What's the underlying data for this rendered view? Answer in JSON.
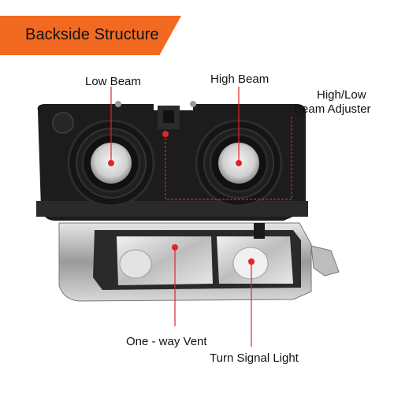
{
  "banner": {
    "title": "Backside Structure",
    "color": "#f26a22"
  },
  "callouts": {
    "low_beam": "Low Beam",
    "high_beam": "High Beam",
    "adjuster_line1": "High/Low",
    "adjuster_line2": "Beam Adjuster",
    "vent": "One - way Vent",
    "turn_signal": "Turn Signal Light"
  },
  "colors": {
    "marker": "#e0242a",
    "housing": "#1a1a1a",
    "chrome": "#c8c8c8"
  }
}
